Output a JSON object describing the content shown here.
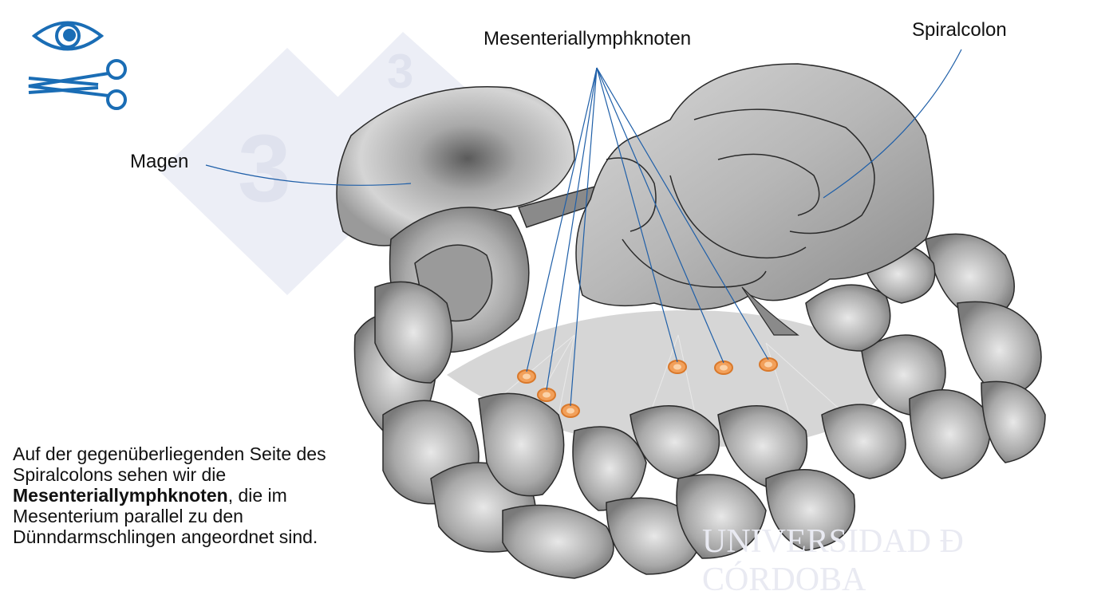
{
  "icons": {
    "eye": "eye-icon",
    "scissors": "scissors-icon"
  },
  "labels": {
    "stomach": "Magen",
    "lymph_nodes": "Mesenteriallymphknoten",
    "spiral_colon": "Spiralcolon"
  },
  "caption": {
    "part1": "Auf der gegenüberliegenden Seite des Spiralcolons sehen wir die ",
    "bold": "Mesenteriallymphknoten",
    "part2": ", die im Mesenterium parallel zu den Dünndarmschlingen angeordnet sind."
  },
  "watermark": {
    "logo_digit": "3",
    "institution": "UNIVERSIDAD Ð CÓRDOBA"
  },
  "colors": {
    "leader_line": "#1f5fa8",
    "icon_blue": "#1a6db5",
    "lymph_node": "#f2a05a",
    "organ_dark": "#6e6e6e",
    "organ_light": "#d9d9d9"
  }
}
